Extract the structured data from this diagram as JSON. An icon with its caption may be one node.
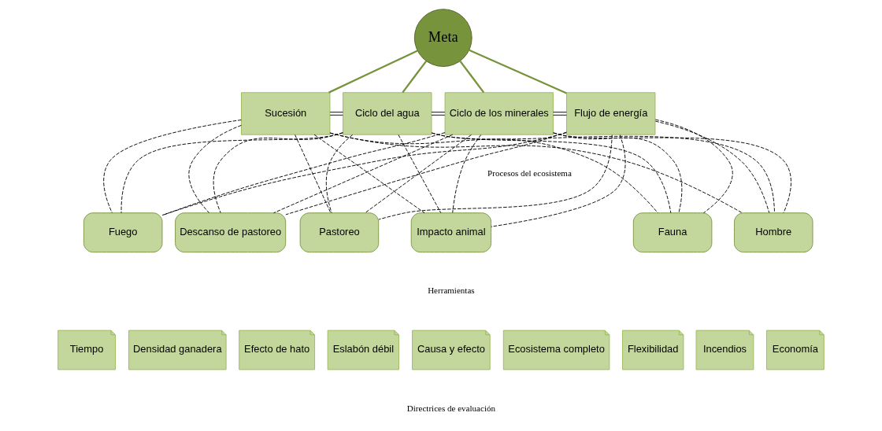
{
  "diagram": {
    "nodes": [
      {
        "text": [
          "Meta"
        ]
      },
      {
        "text": [
          "Sucesión"
        ]
      },
      {
        "text": [
          "Ciclo del agua"
        ]
      },
      {
        "text": [
          "Ciclo de los minerales"
        ]
      },
      {
        "text": [
          "Flujo de energía"
        ]
      },
      {
        "text": [
          "Fuego"
        ]
      },
      {
        "text": [
          "Descanso de pastoreo"
        ]
      },
      {
        "text": [
          "Pastoreo"
        ]
      },
      {
        "text": [
          "Impacto animal"
        ]
      },
      {
        "text": [
          "Fauna"
        ]
      },
      {
        "text": [
          "Hombre"
        ]
      },
      {
        "text": [
          "Tiempo"
        ]
      },
      {
        "text": [
          "Densidad ganadera"
        ]
      },
      {
        "text": [
          "Efecto de hato"
        ]
      },
      {
        "text": [
          "Eslabón débil"
        ]
      },
      {
        "text": [
          "Causa y efecto"
        ]
      },
      {
        "text": [
          "Ecosistema completo"
        ]
      },
      {
        "text": [
          "Flexibilidad"
        ]
      },
      {
        "text": [
          "Incendios"
        ]
      },
      {
        "text": [
          "Economía"
        ]
      }
    ],
    "edges": [
      {
        "from": 0,
        "to": 1,
        "arrow": "none",
        "color": "#77933c"
      },
      {
        "from": 0,
        "to": 2,
        "arrow": "none",
        "color": "#77933c"
      },
      {
        "from": 0,
        "to": 3,
        "arrow": "none",
        "color": "#77933c"
      },
      {
        "from": 0,
        "to": 4,
        "arrow": "none",
        "color": "#77933c"
      },
      {
        "from": 1,
        "to": 2,
        "arrow": "none"
      },
      {
        "from": 2,
        "to": 3,
        "arrow": "none"
      },
      {
        "from": 3,
        "to": 4,
        "arrow": "none"
      },
      {
        "from": 1,
        "to": 5,
        "arrow": "none",
        "style": "dashed"
      },
      {
        "from": 1,
        "to": 6,
        "arrow": "none",
        "style": "dashed"
      },
      {
        "from": 1,
        "to": 7,
        "arrow": "none",
        "style": "dashed"
      },
      {
        "from": 1,
        "to": 8,
        "arrow": "none",
        "style": "dashed"
      },
      {
        "from": 1,
        "to": 9,
        "arrow": "none",
        "style": "dashed"
      },
      {
        "from": 1,
        "to": 10,
        "arrow": "none",
        "style": "dashed"
      },
      {
        "from": 2,
        "to": 5,
        "arrow": "none",
        "style": "dashed"
      },
      {
        "from": 2,
        "to": 6,
        "arrow": "none",
        "style": "dashed"
      },
      {
        "from": 2,
        "to": 7,
        "arrow": "none",
        "style": "dashed"
      },
      {
        "from": 2,
        "to": 8,
        "arrow": "none",
        "style": "dashed"
      },
      {
        "from": 2,
        "to": 9,
        "arrow": "none",
        "style": "dashed"
      },
      {
        "from": 2,
        "to": 10,
        "arrow": "none",
        "style": "dashed"
      },
      {
        "from": 3,
        "to": 5,
        "arrow": "none",
        "style": "dashed"
      },
      {
        "from": 3,
        "to": 6,
        "arrow": "none",
        "style": "dashed"
      },
      {
        "from": 3,
        "to": 7,
        "arrow": "none",
        "style": "dashed"
      },
      {
        "from": 3,
        "to": 8,
        "arrow": "none",
        "style": "dashed"
      },
      {
        "from": 3,
        "to": 9,
        "arrow": "none",
        "style": "dashed"
      },
      {
        "from": 3,
        "to": 10,
        "arrow": "none",
        "style": "dashed"
      },
      {
        "from": 4,
        "to": 5,
        "arrow": "none",
        "style": "dashed"
      },
      {
        "from": 4,
        "to": 6,
        "arrow": "none",
        "style": "dashed"
      },
      {
        "from": 4,
        "to": 7,
        "arrow": "none",
        "style": "dashed"
      },
      {
        "from": 4,
        "to": 8,
        "arrow": "none",
        "style": "dashed"
      },
      {
        "from": 4,
        "to": 9,
        "arrow": "none",
        "style": "dashed"
      },
      {
        "from": 4,
        "to": 10,
        "arrow": "none",
        "style": "dashed"
      }
    ],
    "labels": [
      "Procesos del ecosistema",
      "Herramientas",
      "Directrices de evaluación"
    ]
  }
}
